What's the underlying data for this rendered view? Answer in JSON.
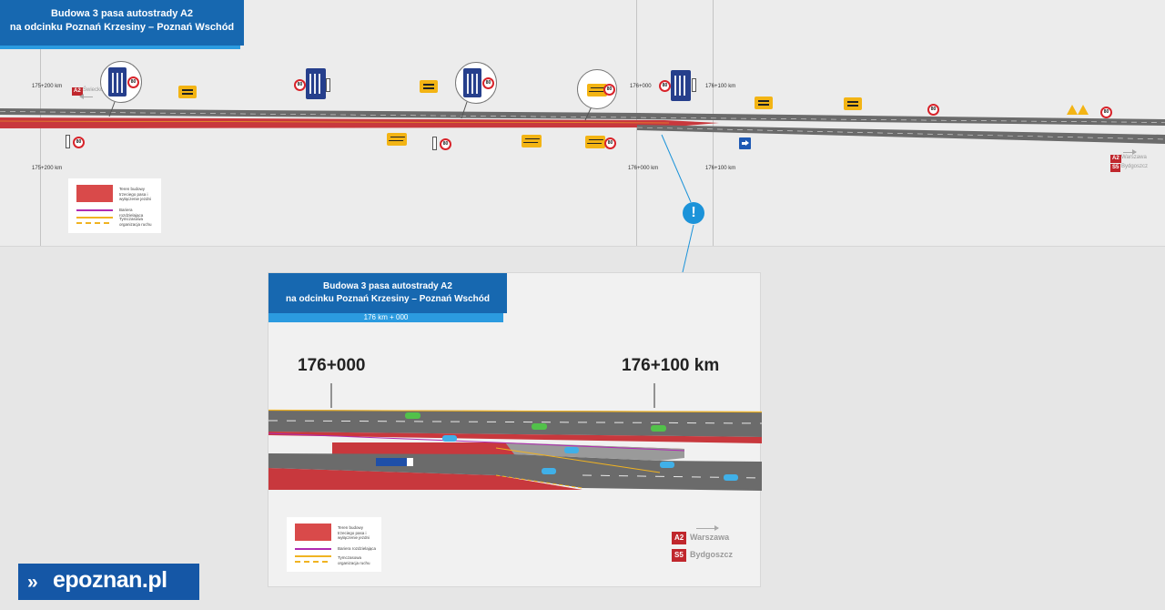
{
  "top": {
    "title_line1": "Budowa 3 pasa autostrady A2",
    "title_line2": "na odcinku Poznań Krzesiny – Poznań Wschód",
    "km_labels": {
      "km175200_top": "175+200 km",
      "km175200_bottom": "175+200 km",
      "km176000_top": "176+000",
      "km176000_bottom": "176+000 km",
      "km176100_top": "176+100 km",
      "km176100_bottom": "176+100 km"
    },
    "roads": {
      "a2_left_tag": "A2",
      "a2_left_city": "Świecko",
      "a2_right_tag": "A2",
      "a2_right_city": "Warszawa",
      "s5_tag": "S5",
      "s5_city": "Bydgoszcz"
    },
    "speed_limits": [
      "80",
      "80",
      "80",
      "80",
      "80",
      "80",
      "80",
      "80",
      "80",
      "80"
    ]
  },
  "legend": {
    "construction": "Teren budowy trzeciego pasa i wyłączenie jezdni",
    "barrier": "Bariera rozdzielająca",
    "temporary": "Tymczasowa organizacja ruchu"
  },
  "detail": {
    "title_line1": "Budowa 3 pasa autostrady A2",
    "title_line2": "na odcinku Poznań Krzesiny – Poznań Wschód",
    "subtitle": "176 km + 000",
    "km_left": "176+000",
    "km_right": "176+100 km",
    "a2_tag": "A2",
    "a2_city": "Warszawa",
    "s5_tag": "S5",
    "s5_city": "Bydgoszcz"
  },
  "callout": {
    "symbol": "!"
  },
  "logo": {
    "text": "epoznan.pl",
    "mark": "»"
  },
  "colors": {
    "banner": "#1768b0",
    "banner_stripe": "#2b9be0",
    "construction": "#d94a4a",
    "barrier": "#b02ab2",
    "temporary": "#f0b322",
    "road": "#6b6b6b"
  }
}
